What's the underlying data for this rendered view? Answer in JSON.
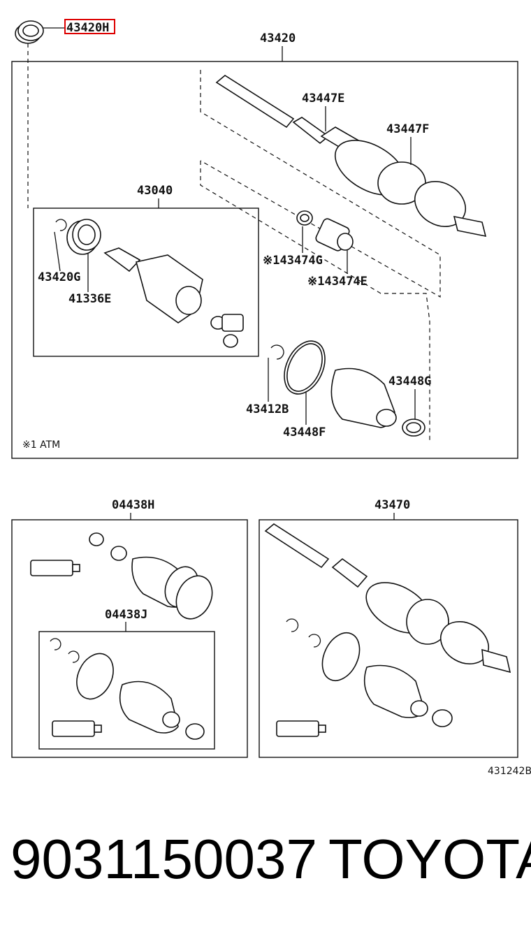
{
  "diagram": {
    "labels": {
      "highlight": "43420H",
      "assembly_main": "43420",
      "l_43447E": "43447E",
      "l_43447F": "43447F",
      "l_43040": "43040",
      "l_43474G": "43474G",
      "l_43474E": "43474E",
      "l_43420G": "43420G",
      "l_41336E": "41336E",
      "l_43448G": "43448G",
      "l_43412B": "43412B",
      "l_43448F": "43448F",
      "l_04438H": "04438H",
      "l_43470": "43470",
      "l_04438J": "04438J"
    },
    "note_mark": "※1",
    "footnote": "※1 ATM",
    "figure_code": "431242B"
  },
  "caption": {
    "part_number": "9031150037",
    "brand": "TOYOTA"
  }
}
